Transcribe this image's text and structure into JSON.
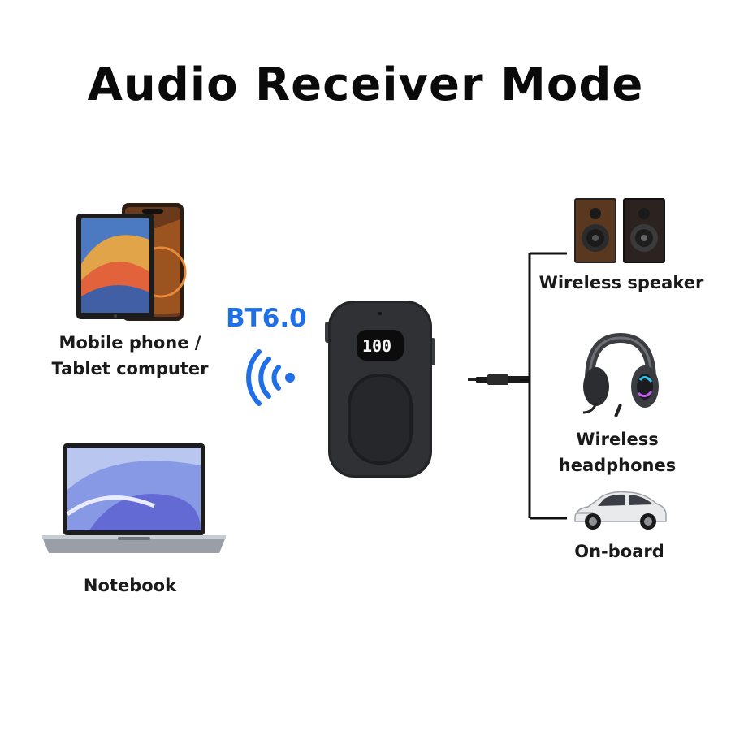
{
  "title": "Audio Receiver Mode",
  "bt_version": "BT6.0",
  "device": {
    "display": "100"
  },
  "sources": [
    {
      "label_lines": [
        "Mobile phone /",
        "Tablet computer"
      ]
    },
    {
      "label_lines": [
        "Notebook"
      ]
    }
  ],
  "outputs": [
    {
      "label_lines": [
        "Wireless speaker"
      ]
    },
    {
      "label_lines": [
        "Wireless",
        "headphones"
      ]
    },
    {
      "label_lines": [
        "On-board"
      ]
    }
  ],
  "colors": {
    "accent_blue": "#1f6fe8",
    "device_body": "#2a2c30",
    "line": "#111111"
  },
  "icons": [
    "tablet-icon",
    "phone-icon",
    "laptop-icon",
    "bluetooth-wave-icon",
    "speaker-icon",
    "headphones-icon",
    "car-icon",
    "aux-cable-icon"
  ]
}
